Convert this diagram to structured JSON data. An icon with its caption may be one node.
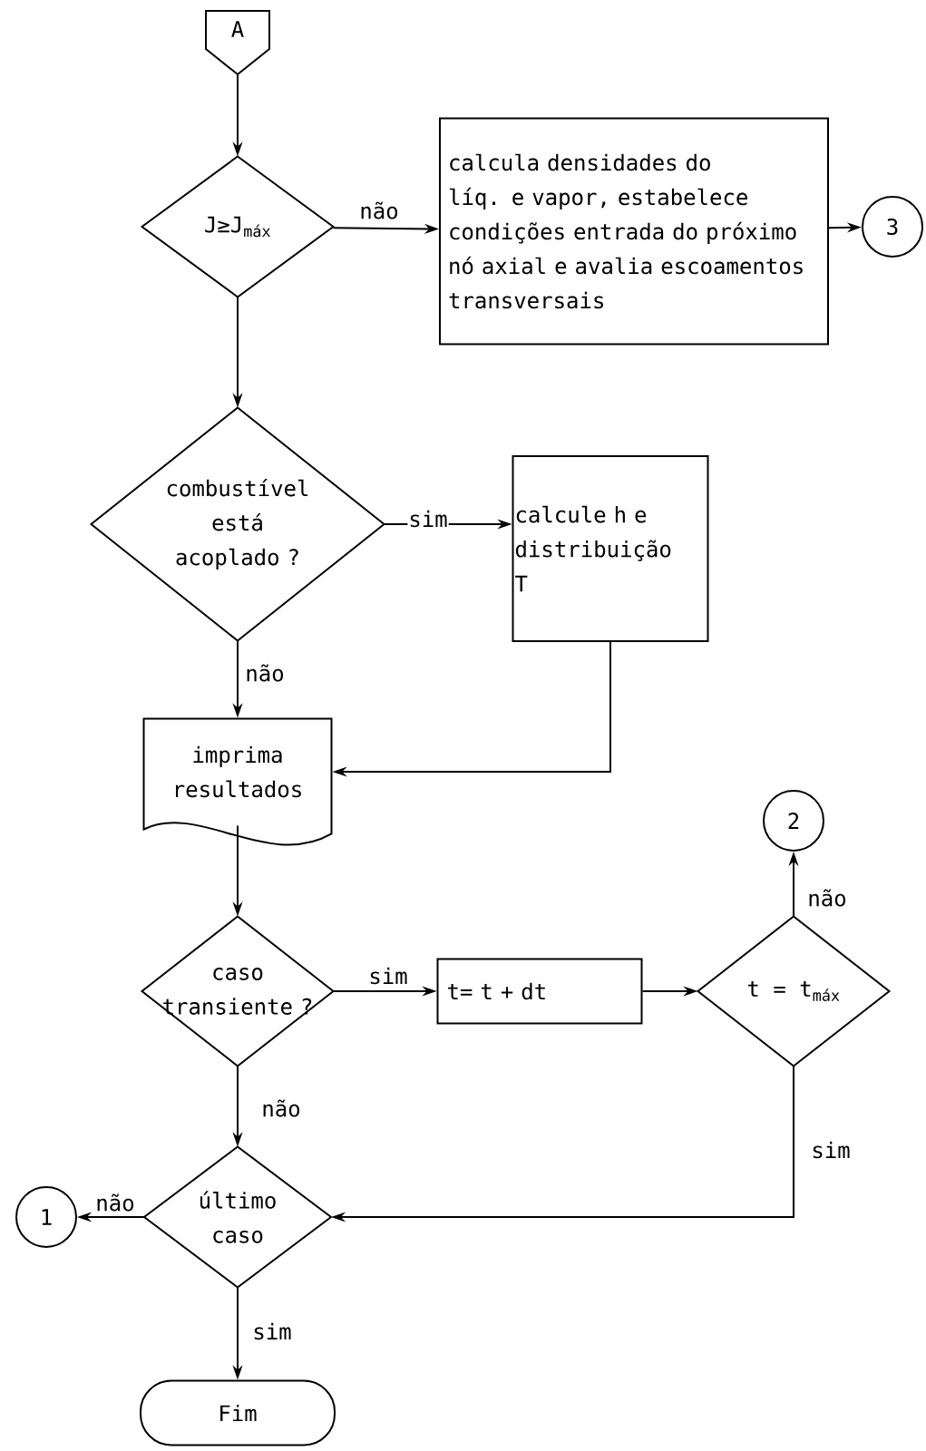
{
  "diagram": {
    "nodes": [
      {
        "text": [
          "A"
        ]
      },
      {
        "text": [
          "J≥J$_{máx}$"
        ]
      },
      {
        "text": [
          "calcula densidades do líq. e vapor, estabelece condições entrada do próximo nó axial e avalia escoamentos transversais"
        ]
      },
      {
        "text": [
          "3"
        ]
      },
      {
        "text": [
          "combustível está acoplado ?"
        ]
      },
      {
        "text": [
          "calcule h e distribuição T"
        ]
      },
      {
        "text": [
          "imprima resultados"
        ]
      },
      {
        "text": [
          "caso transiente ?"
        ]
      },
      {
        "text": [
          "t= t + dt"
        ]
      },
      {
        "text": [
          "t = t$_{máx}$"
        ]
      },
      {
        "text": [
          "2"
        ]
      },
      {
        "text": [
          "último caso"
        ]
      },
      {
        "text": [
          "1"
        ]
      },
      {
        "text": [
          "Fim"
        ]
      }
    ],
    "edges": [
      {
        "from": 0,
        "to": 1,
        "arrow": "to"
      },
      {
        "from": 1,
        "to": 2,
        "arrow": "to",
        "label": "não"
      },
      {
        "from": 2,
        "to": 3,
        "arrow": "to"
      },
      {
        "from": 1,
        "to": 4,
        "arrow": "to"
      },
      {
        "from": 4,
        "to": 5,
        "arrow": "to",
        "label": "sim"
      },
      {
        "from": 4,
        "to": 6,
        "arrow": "to",
        "label": "não"
      },
      {
        "from": 5,
        "to": 6,
        "arrow": "to"
      },
      {
        "from": 6,
        "to": 7,
        "arrow": "to"
      },
      {
        "from": 7,
        "to": 8,
        "arrow": "to",
        "label": "sim"
      },
      {
        "from": 8,
        "to": 9,
        "arrow": "to"
      },
      {
        "from": 9,
        "to": 10,
        "arrow": "to",
        "label": "não"
      },
      {
        "from": 9,
        "to": 11,
        "arrow": "to",
        "label": "sim"
      },
      {
        "from": 7,
        "to": 11,
        "arrow": "to",
        "label": "não"
      },
      {
        "from": 11,
        "to": 12,
        "arrow": "to",
        "label": "não"
      },
      {
        "from": 11,
        "to": 13,
        "arrow": "to",
        "label": "sim"
      }
    ]
  }
}
